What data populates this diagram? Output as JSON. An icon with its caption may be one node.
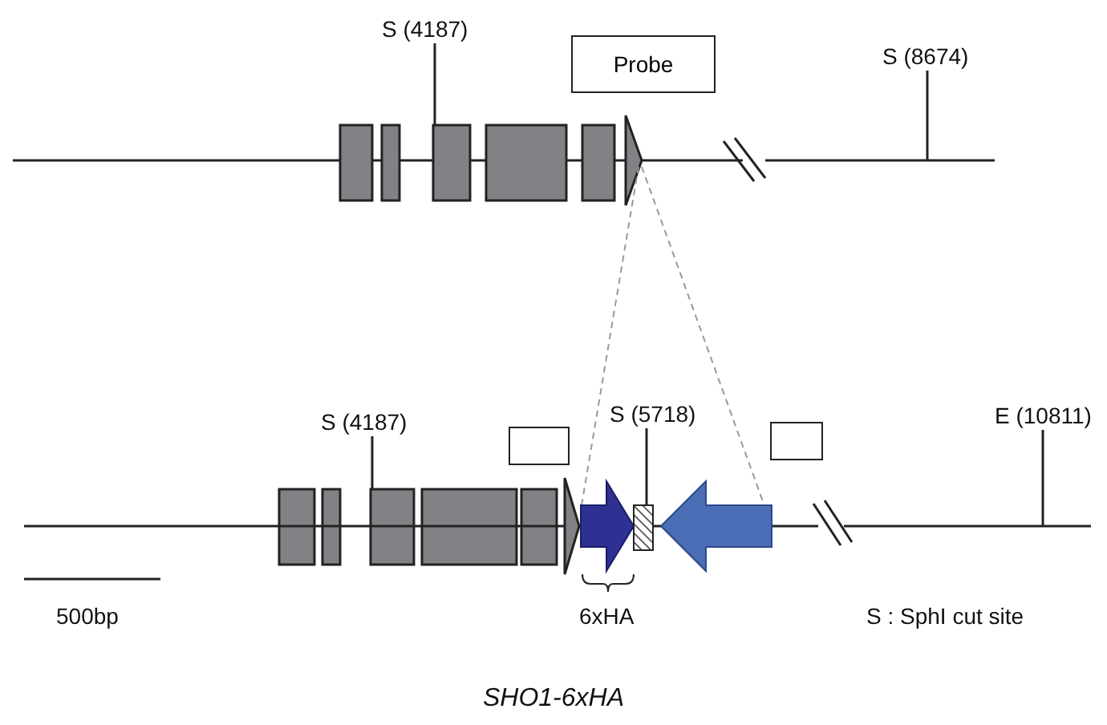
{
  "diagram": {
    "caption": "SHO1-6xHA",
    "nodes": [
      {
        "text": [
          "Probe"
        ]
      },
      {
        "text": [
          "S (4187)"
        ]
      },
      {
        "text": [
          "S (8674)"
        ]
      },
      {
        "text": [
          "S (4187)"
        ]
      },
      {
        "text": [
          "S (5718)"
        ]
      },
      {
        "text": [
          "E (10811)"
        ]
      },
      {
        "text": [],
        "shape": "box"
      },
      {
        "text": [],
        "shape": "box"
      },
      {
        "text": [],
        "shape": "box"
      },
      {
        "text": [],
        "shape": "box"
      },
      {
        "text": [],
        "shape": "box"
      },
      {
        "text": [],
        "shape": "box"
      },
      {
        "text": [],
        "shape": "box"
      },
      {
        "text": [],
        "shape": "box"
      },
      {
        "text": [],
        "shape": "box"
      },
      {
        "text": [],
        "shape": "box"
      },
      {
        "text": [],
        "shape": "box"
      },
      {
        "text": [],
        "shape": "box"
      }
    ],
    "edges": [
      {
        "from": 1,
        "to": 10,
        "arrow": "none"
      },
      {
        "from": 2,
        "to": null,
        "arrow": "none"
      },
      {
        "from": 3,
        "to": 15,
        "arrow": "none"
      },
      {
        "from": 4,
        "to": null,
        "arrow": "none"
      },
      {
        "from": 5,
        "to": null,
        "arrow": "none"
      }
    ],
    "labels": [
      "500bp",
      "6xHA",
      "S : SphI cut site"
    ]
  }
}
